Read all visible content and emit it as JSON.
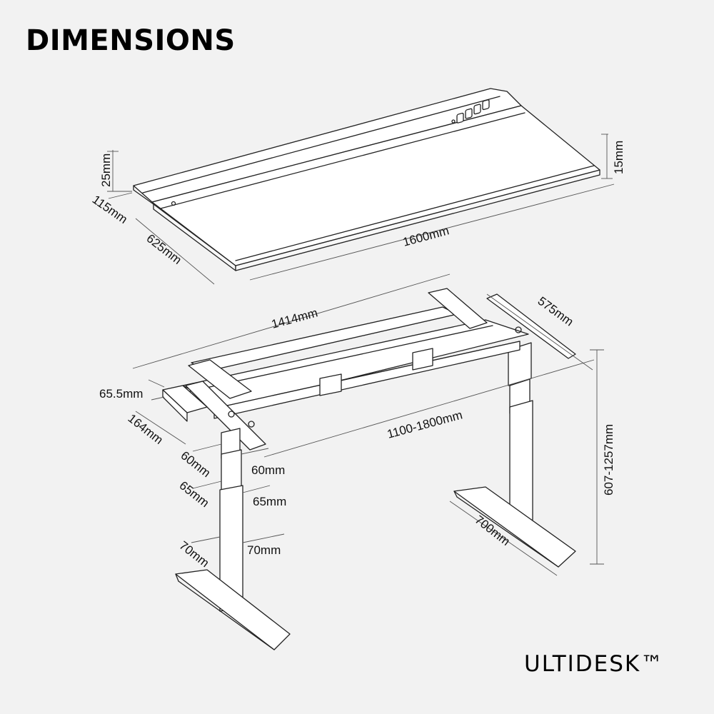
{
  "header": {
    "title": "DIMENSIONS"
  },
  "brand": {
    "name": "ULTIDESK™"
  },
  "desktop_dimensions": {
    "thickness": "25mm",
    "edge_thickness": "15mm",
    "channel_width": "115mm",
    "depth": "625mm",
    "length": "1600mm"
  },
  "frame_dimensions": {
    "beam_span": "1414mm",
    "top_plate_width": "575mm",
    "control_box_height": "65.5mm",
    "control_box_depth": "164mm",
    "width_range": "1100-1800mm",
    "height_range": "607-1257mm",
    "foot_length": "700mm"
  },
  "leg_sections": {
    "top_left": "60mm",
    "top_right": "60mm",
    "middle_left": "65mm",
    "middle_right": "65mm",
    "bottom_left": "70mm",
    "bottom_right": "70mm"
  },
  "colors": {
    "background": "#f2f2f2",
    "line": "#222222",
    "text": "#111111"
  }
}
